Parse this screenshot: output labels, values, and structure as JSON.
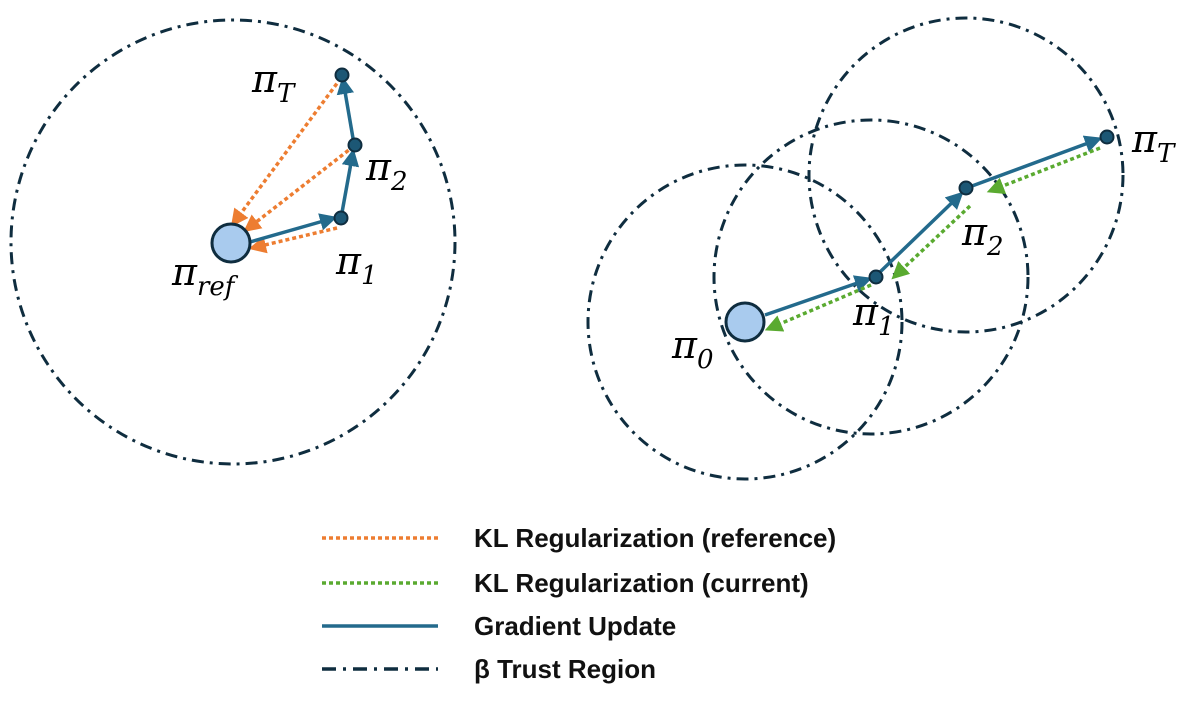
{
  "colors": {
    "trust_region": "#0f2d3f",
    "gradient_update": "#236a8c",
    "kl_reference": "#ed7d31",
    "kl_current": "#5aaa30",
    "start_node_fill": "#a9cbee",
    "start_node_stroke": "#0f2d3f",
    "step_node_fill": "#1c5775"
  },
  "left_panel": {
    "labels": {
      "pi_ref": {
        "base": "π",
        "sub": "ref"
      },
      "pi_1": {
        "base": "π",
        "sub": "1"
      },
      "pi_2": {
        "base": "π",
        "sub": "2"
      },
      "pi_T": {
        "base": "π",
        "sub": "T"
      }
    }
  },
  "right_panel": {
    "labels": {
      "pi_0": {
        "base": "π",
        "sub": "0"
      },
      "pi_1": {
        "base": "π",
        "sub": "1"
      },
      "pi_2": {
        "base": "π",
        "sub": "2"
      },
      "pi_T": {
        "base": "π",
        "sub": "T"
      }
    }
  },
  "legend": {
    "items": [
      {
        "label": "KL Regularization (reference)",
        "style": "kl_reference"
      },
      {
        "label": "KL Regularization (current)",
        "style": "kl_current"
      },
      {
        "label": "Gradient Update",
        "style": "gradient_update"
      },
      {
        "label": "β Trust Region",
        "style": "trust_region"
      }
    ]
  }
}
